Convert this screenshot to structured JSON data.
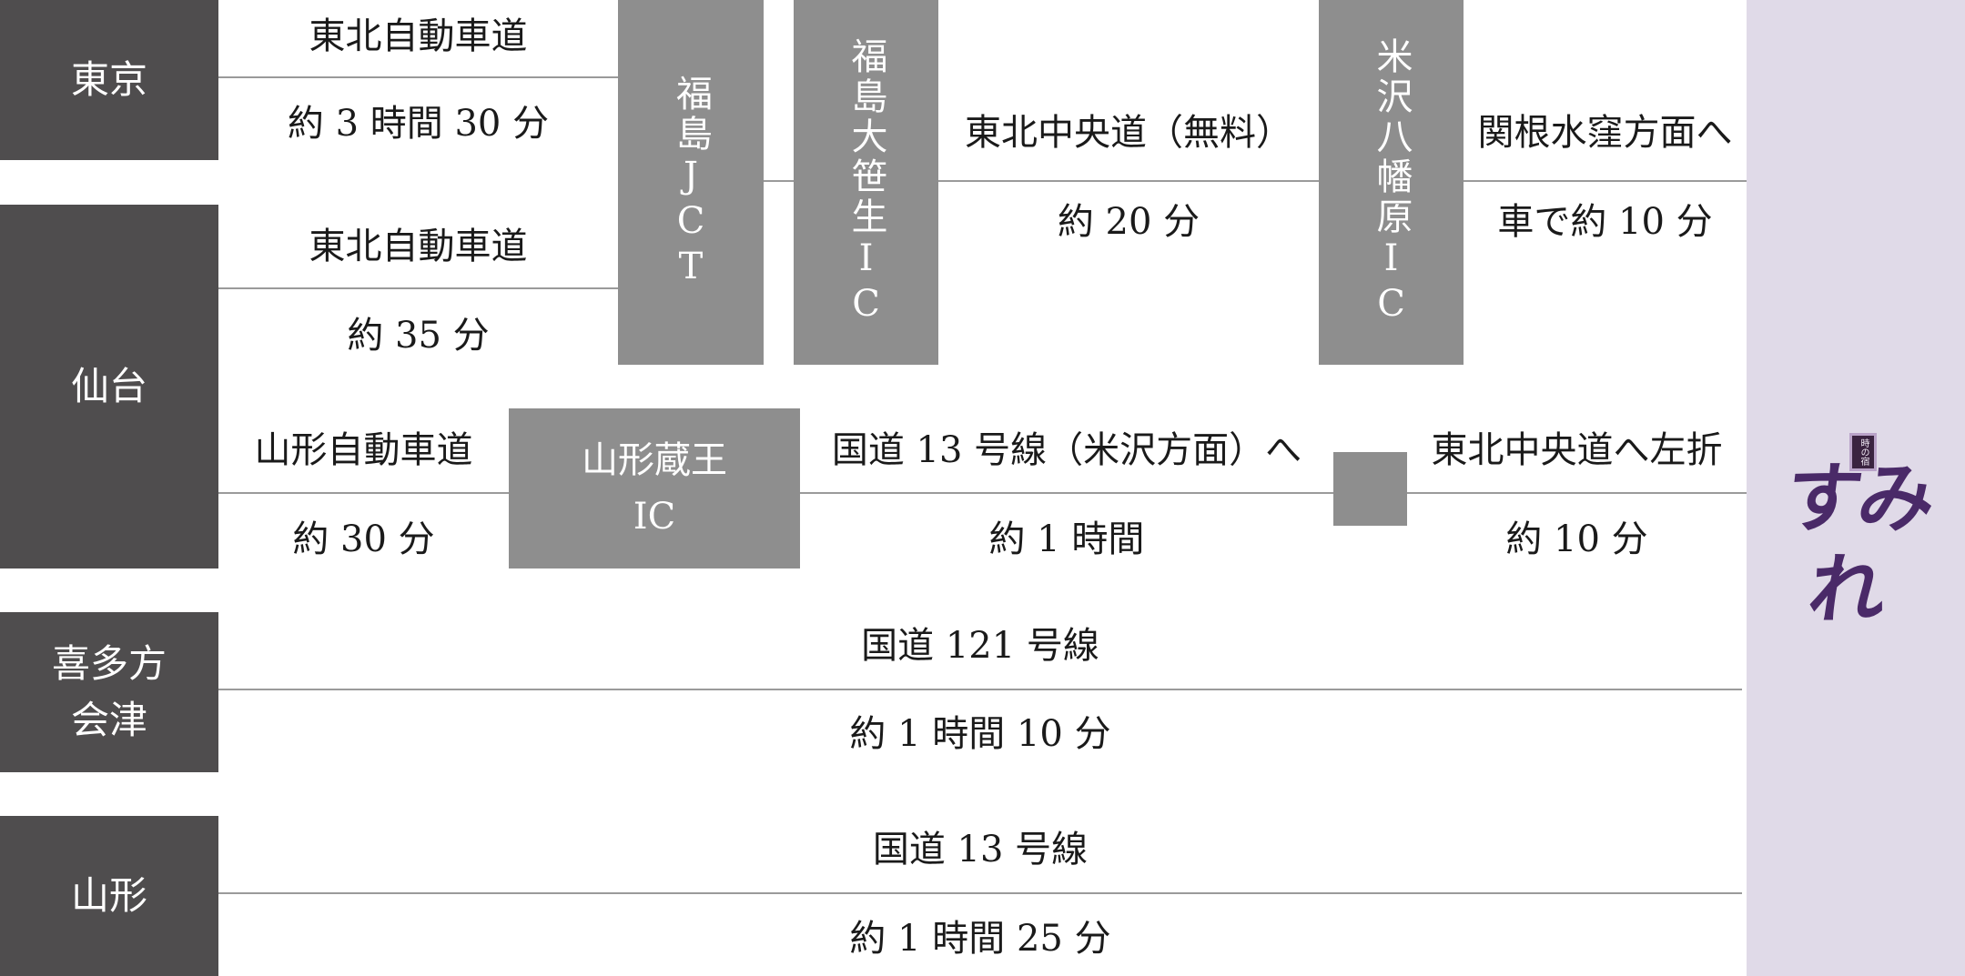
{
  "origins": {
    "tokyo": "東京",
    "sendai": "仙台",
    "kitakata": [
      "喜多方",
      "会津"
    ],
    "yamagata": "山形"
  },
  "nodes": {
    "fukushima_jct": "福島JCT",
    "fukushima_ozasou_ic": "福島大笹生IC",
    "yonezawa_hachimanbara_ic": "米沢八幡原IC",
    "yamagata_zao_ic": [
      "山形蔵王",
      "IC"
    ]
  },
  "routes": {
    "tokyo_road": "東北自動車道",
    "tokyo_time": "約 3 時間 30 分",
    "sendai_road": "東北自動車道",
    "sendai_time": "約 35 分",
    "tohoku_chuo_road": "東北中央道（無料）",
    "tohoku_chuo_time": "約 20 分",
    "final_road": "関根水窪方面へ",
    "final_time": "車で約 10 分",
    "yamagata_expwy_road": "山形自動車道",
    "yamagata_expwy_time": "約 30 分",
    "route13_road": "国道 13 号線（米沢方面）へ",
    "route13_time": "約 1 時間",
    "left_turn_road": "東北中央道へ左折",
    "left_turn_time": "約 10 分",
    "route121_road": "国道 121 号線",
    "route121_time": "約 1 時間 10 分",
    "yamagata_route13_road": "国道 13 号線",
    "yamagata_route13_time": "約 1 時間 25 分"
  },
  "destination": {
    "logo_small": "時の宿",
    "logo_main": "すみれ"
  },
  "colors": {
    "origin_box": "#4f4d4e",
    "node_box": "#8e8e8e",
    "line": "#9a9a9a",
    "destination_panel": "#e0dae8",
    "logo": "#4a2a68"
  }
}
